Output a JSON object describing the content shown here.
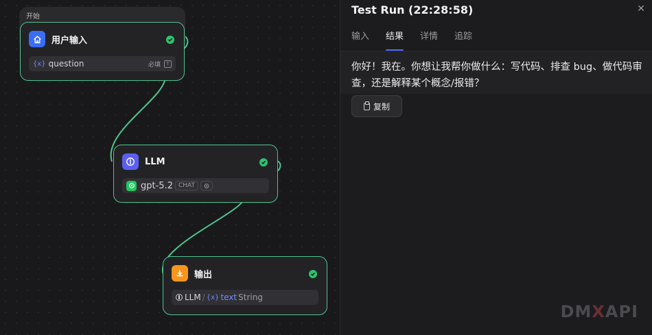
{
  "canvas": {
    "group_label": "开始",
    "nodes": {
      "input": {
        "title": "用户输入",
        "var_icon": "{x}",
        "var_name": "question",
        "required_label": "必填",
        "icon": "home-icon",
        "color": "#3b6cf6"
      },
      "llm": {
        "title": "LLM",
        "model": "gpt-5.2",
        "mode": "CHAT",
        "icon": "openai-icon",
        "color": "#5b5ff0"
      },
      "output": {
        "title": "输出",
        "source_node": "LLM",
        "separator": "/",
        "var_icon": "{x}",
        "var_name": "text",
        "var_type": "String",
        "icon": "output-icon",
        "color": "#f7951d"
      }
    }
  },
  "panel": {
    "title": "Test Run (22:28:58)",
    "tabs": [
      {
        "label": "输入",
        "active": false
      },
      {
        "label": "结果",
        "active": true
      },
      {
        "label": "详情",
        "active": false
      },
      {
        "label": "追踪",
        "active": false
      }
    ],
    "result_text": "你好！我在。你想让我帮你做什么：写代码、排查 bug、做代码审查，还是解释某个概念/报错？",
    "copy_label": "复制"
  },
  "watermark": {
    "prefix": "DM",
    "mid": "X",
    "suffix": "API"
  },
  "colors": {
    "edge": "#4fc58f",
    "accent": "#4f6bff",
    "success": "#2fc26f"
  }
}
